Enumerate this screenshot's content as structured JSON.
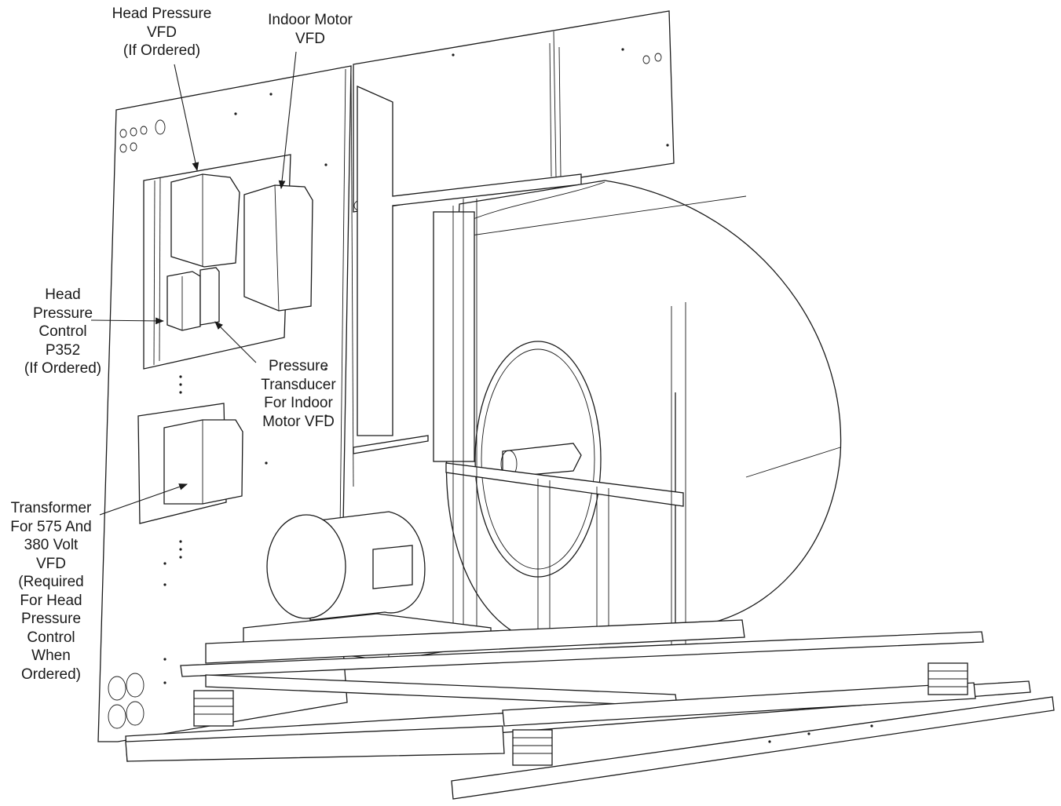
{
  "callouts": {
    "head_pressure_vfd": "Head Pressure\nVFD\n(If Ordered)",
    "indoor_motor_vfd": "Indoor Motor\nVFD",
    "head_pressure_control": "Head\nPressure\nControl\nP352\n(If Ordered)",
    "pressure_transducer": "Pressure\nTransducer\nFor Indoor\nMotor VFD",
    "transformer": "Transformer\nFor 575 And\n380 Volt\nVFD\n(Required\nFor Head\nPressure\nControl\nWhen\nOrdered)"
  },
  "colors": {
    "line": "#1a1a1a",
    "background": "#ffffff"
  }
}
